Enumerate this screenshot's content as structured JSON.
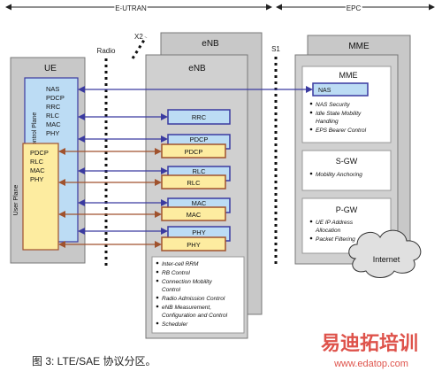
{
  "header": {
    "eutran": "E-UTRAN",
    "epc": "EPC"
  },
  "labels": {
    "radio": "Radio",
    "x2": "X2",
    "s1": "S1"
  },
  "ue": {
    "title": "UE",
    "control_plane": "Control Plane",
    "user_plane": "User Plane",
    "control_layers": [
      "NAS",
      "PDCP",
      "RRC",
      "RLC",
      "MAC",
      "PHY"
    ],
    "user_layers": [
      "PDCP",
      "RLC",
      "MAC",
      "PHY"
    ]
  },
  "enb": {
    "title_back": "eNB",
    "title_front": "eNB",
    "control_boxes": [
      "RRC",
      "PDCP",
      "RLC",
      "MAC",
      "PHY"
    ],
    "user_boxes": [
      "PDCP",
      "RLC",
      "MAC",
      "PHY"
    ],
    "functions": [
      "Inter-cell RRM",
      "RB Control",
      "Connection Mobility",
      "Control",
      "Radio Admission Control",
      "eNB Measurement,",
      "Configuration and Control",
      "Scheduler"
    ]
  },
  "epc": {
    "mme_back_title": "MME",
    "mme": {
      "title": "MME",
      "nas": "NAS",
      "functions": [
        "NAS Security",
        "Idle State Mobility",
        "Handling",
        "EPS Bearer Control"
      ]
    },
    "sgw": {
      "title": "S-GW",
      "functions": [
        "Mobility Anchoring"
      ]
    },
    "pgw": {
      "title": "P-GW",
      "functions": [
        "UE IP Address",
        "Allocation",
        "Packet Filtering"
      ]
    },
    "internet": "Internet"
  },
  "colors": {
    "panel_gray": "#c8c8c8",
    "control_blue": "#bcdcf4",
    "user_yellow": "#fdeca0",
    "link_blue": "#3a3aa0",
    "link_brown": "#a0522d",
    "watermark_red": "#d9342b"
  },
  "watermark": {
    "brand": "易迪拓培训",
    "url": "www.edatop.com"
  },
  "caption": "图 3: LTE/SAE 协议分区。"
}
